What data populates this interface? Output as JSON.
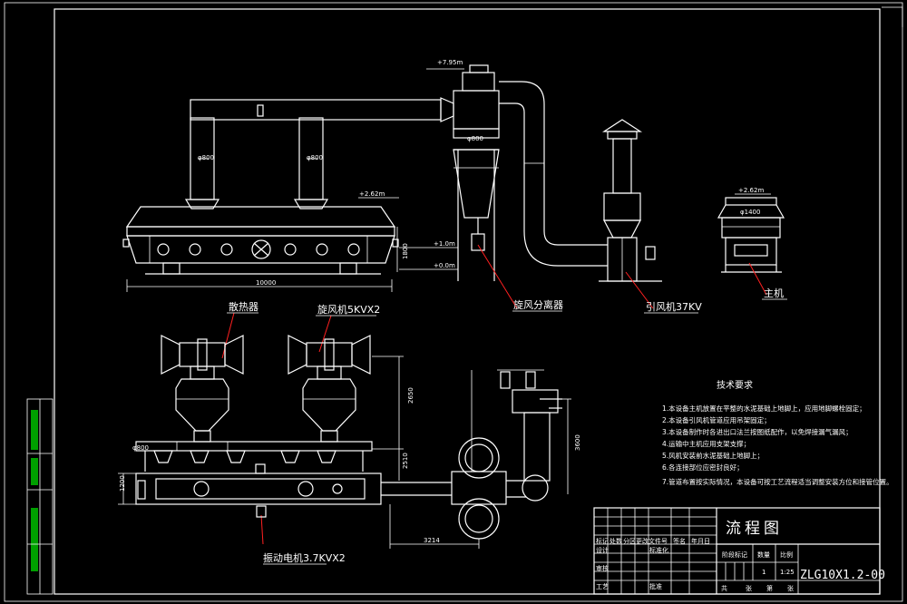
{
  "drawing": {
    "title": "流程图",
    "code": "ZLG10X1.2-00",
    "scale_header": "比例",
    "scale_value": "1:25",
    "qty_header": "数量",
    "qty_value": "1",
    "mark_header": "阶段标记",
    "bottom_labels": [
      "共",
      "张",
      "第",
      "张"
    ]
  },
  "labels": {
    "heat_exchanger": "散热器",
    "cyclone_fan": "旋风机5KVX2",
    "cyclone_separator": "旋风分离器",
    "induced_fan": "引风机37KV",
    "main_unit": "主机",
    "vibration_motor": "振动电机3.7KVX2"
  },
  "elevations": {
    "top": "+7.95m",
    "body_left": "+2.62m",
    "body_right": "+2.62m",
    "one_m": "+1.0m",
    "zero": "+0.0m"
  },
  "dimensions": {
    "length": "10000",
    "height_main": "1800",
    "dim_right_1": "2650",
    "dim_right_2": "2510",
    "dim_right_3": "3600",
    "dim_bottom": "3214",
    "dim_left": "1200",
    "pipe_dia_1": "φ800",
    "pipe_dia_2": "φ800",
    "pipe_dia_3": "φ800",
    "pipe_dia_4": "φ1400",
    "small_dia": "φ800"
  },
  "requirements": {
    "heading": "技术要求",
    "items": [
      "1.本设备主机放置在平整的水泥基础上地脚上，应用地脚螺栓固定；",
      "2.本设备引风机管道应用吊架固定；",
      "3.本设备制作时各进出口法兰按图纸配作，以免焊接漏气漏风；",
      "4.运输中主机应用支架支撑；",
      "5.风机安装前水泥基础上地脚上；",
      "6.各连接部位应密封良好；",
      "7.管道布置按实际情况，本设备可按工艺流程适当调整安装方位和接管位置。"
    ]
  },
  "title_block_rows": [
    "标记",
    "处数",
    "分区",
    "更改文件号",
    "签名",
    "年月日",
    "设计",
    "标准化",
    "审核",
    "工艺",
    "批准"
  ],
  "colors": {
    "background": "#000000",
    "line": "#ffffff",
    "leader": "#ff2020",
    "sidebar": "#00c000"
  }
}
